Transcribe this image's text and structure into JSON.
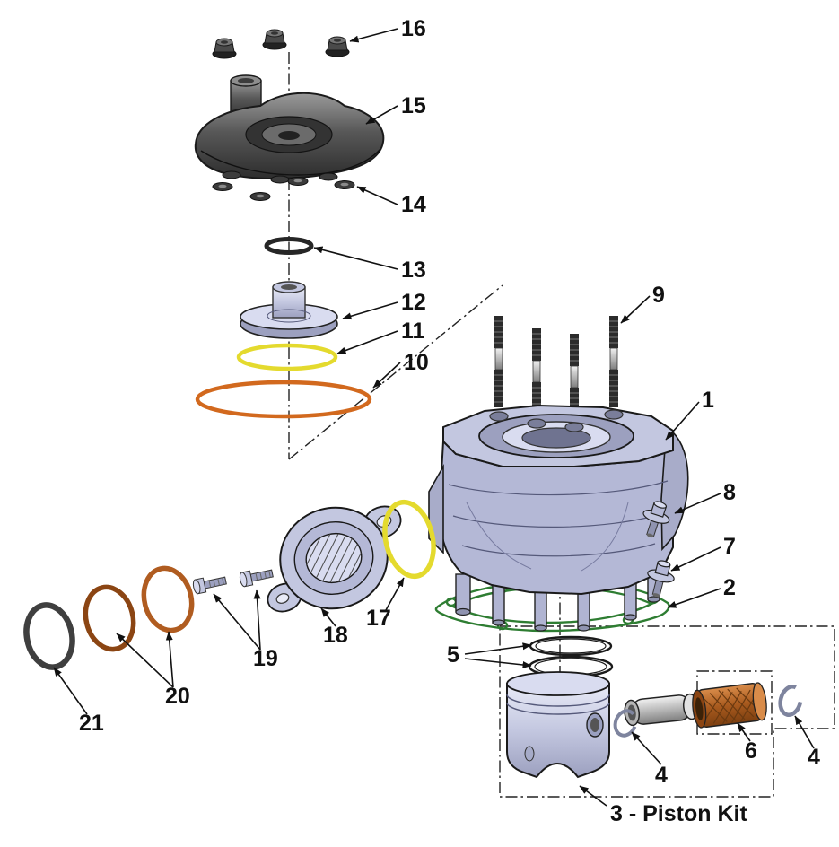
{
  "diagram": {
    "type": "exploded-parts-diagram",
    "subject": "cylinder, head and piston kit exploded view",
    "callouts": {
      "c1": "1",
      "c2": "2",
      "c3": "3 - Piston Kit",
      "c4a": "4",
      "c4b": "4",
      "c5": "5",
      "c6": "6",
      "c7": "7",
      "c8": "8",
      "c9": "9",
      "c10": "10",
      "c11": "11",
      "c12": "12",
      "c13": "13",
      "c14": "14",
      "c15": "15",
      "c16": "16",
      "c17": "17",
      "c18": "18",
      "c19": "19",
      "c20": "20",
      "c21": "21"
    },
    "colors": {
      "background": "#ffffff",
      "line": "#1a1a1a",
      "metal_light": "#d9dcf0",
      "metal_mid": "#b4b8d6",
      "metal_dark": "#8f93b0",
      "dark_part": "#4a4a4a",
      "yellow_oring": "#e4da2e",
      "orange_oring": "#d2691e",
      "copper_gasket_dark": "#8b4513",
      "copper_gasket_light": "#b05c20",
      "green_gasket": "#2e7d32",
      "bearing_copper": "#b5651d",
      "black_oring": "#3f3f3f",
      "circlip_gray": "#7e849e"
    }
  }
}
